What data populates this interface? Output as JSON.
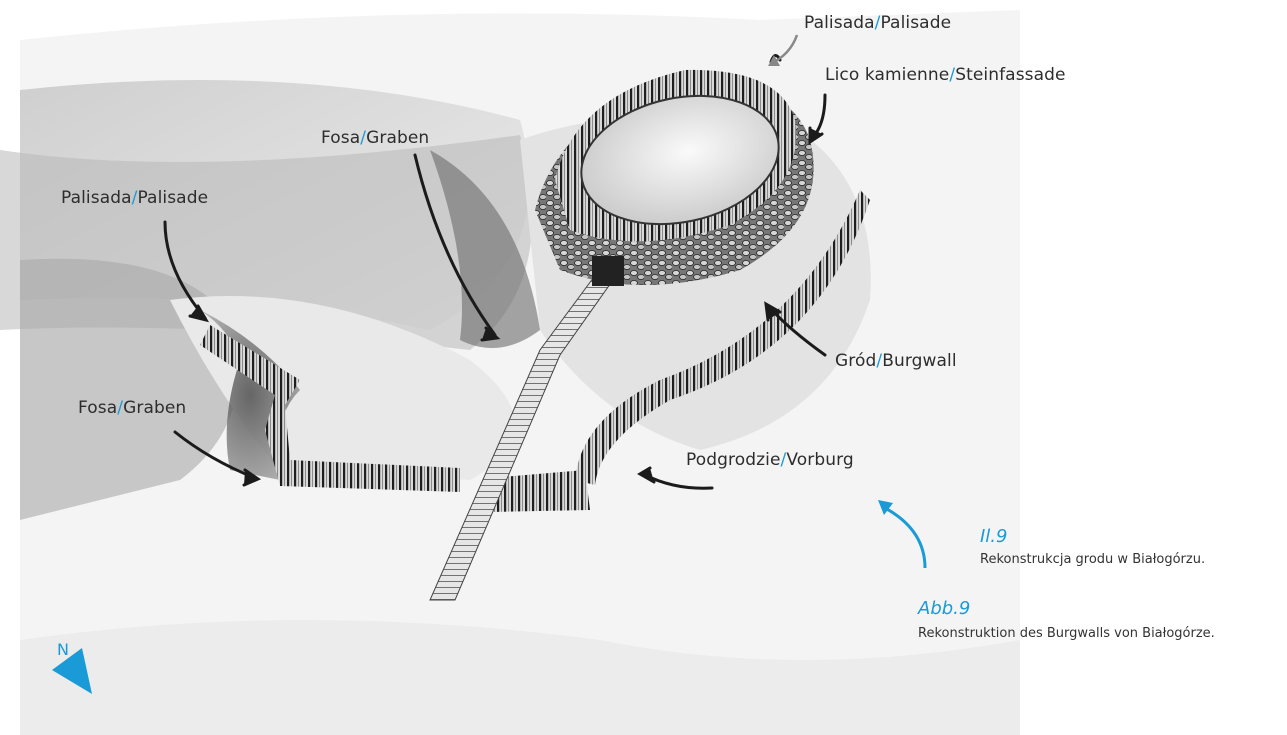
{
  "labels": {
    "palisade_top": {
      "pl": "Palisada",
      "sep": "/",
      "de": "Palisade"
    },
    "stone_facade": {
      "pl": "Lico kamienne",
      "sep": "/",
      "de": "Steinfassade"
    },
    "moat_top": {
      "pl": "Fosa",
      "sep": "/",
      "de": "Graben"
    },
    "palisade_left": {
      "pl": "Palisada",
      "sep": "/",
      "de": "Palisade"
    },
    "stronghold": {
      "pl": "Gród",
      "sep": "/",
      "de": "Burgwall"
    },
    "moat_left": {
      "pl": "Fosa",
      "sep": "/",
      "de": "Graben"
    },
    "outer_bailey": {
      "pl": "Podgrodzie",
      "sep": "/",
      "de": "Vorburg"
    }
  },
  "caption": {
    "pl_title": "Il.9",
    "pl_text": "Rekonstrukcja grodu w Białogórzu.",
    "de_title": "Abb.9",
    "de_text": "Rekonstruktion des Burgwalls von Białogórze."
  },
  "compass": {
    "label": "N"
  },
  "colors": {
    "accent": "#1a9ad6",
    "ink": "#2d2d2d"
  }
}
